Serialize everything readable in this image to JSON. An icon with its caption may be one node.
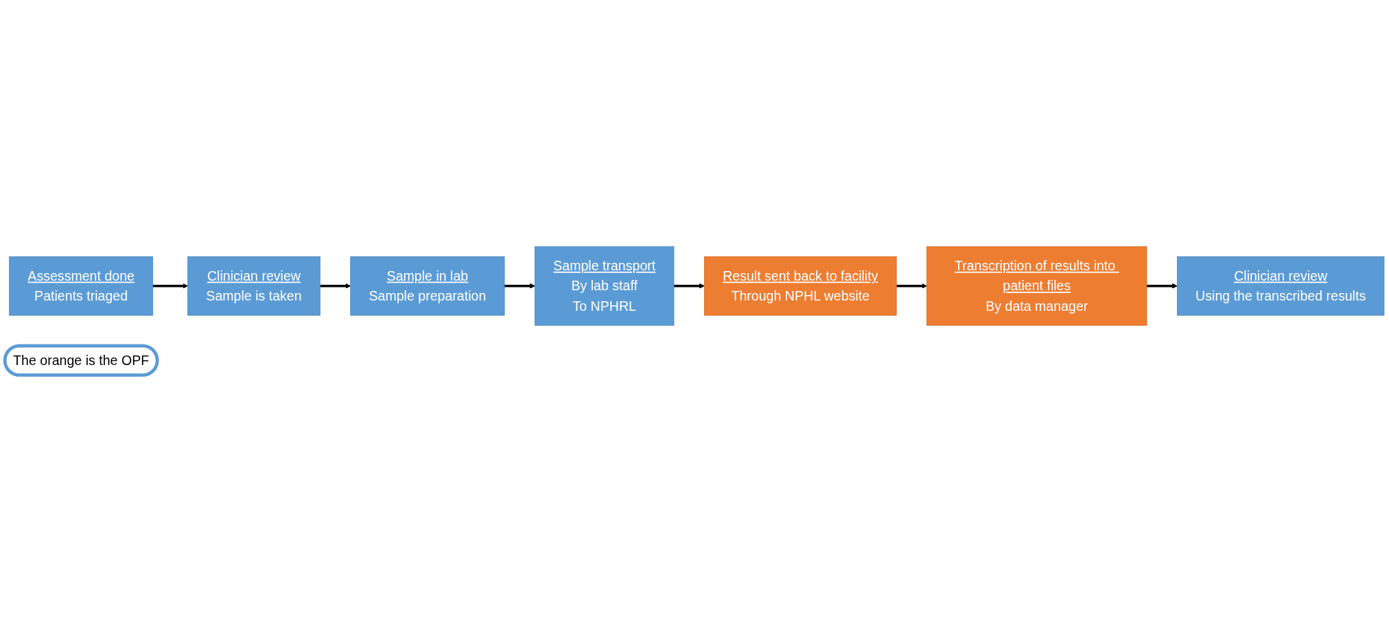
{
  "diagram": {
    "nodes": [
      {
        "text": [
          "Assessment done",
          "Patients triaged"
        ]
      },
      {
        "text": [
          "Clinician review",
          "Sample is taken"
        ]
      },
      {
        "text": [
          "Sample in lab",
          "Sample preparation"
        ]
      },
      {
        "text": [
          "Sample transport",
          "By lab staff",
          "To NPHRL"
        ]
      },
      {
        "text": [
          "Result sent back to facility",
          "Through NPHL website"
        ]
      },
      {
        "text": [
          "Transcription of results into patient files",
          "By data manager"
        ]
      },
      {
        "text": [
          "Clinician review",
          "Using the transcribed results"
        ]
      },
      {
        "text": [
          "The orange is the OPF"
        ]
      }
    ],
    "edges": [
      {
        "from": 0,
        "to": 1,
        "arrow": "to"
      },
      {
        "from": 1,
        "to": 2,
        "arrow": "to"
      },
      {
        "from": 2,
        "to": 3,
        "arrow": "to"
      },
      {
        "from": 3,
        "to": 4,
        "arrow": "to"
      },
      {
        "from": 4,
        "to": 5,
        "arrow": "to"
      },
      {
        "from": 5,
        "to": 6,
        "arrow": "to"
      }
    ]
  }
}
